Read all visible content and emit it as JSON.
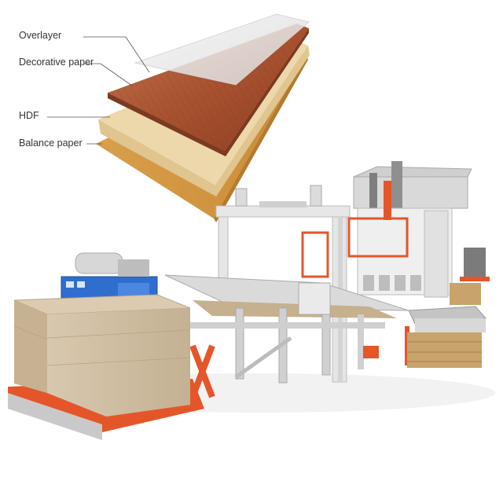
{
  "diagram": {
    "labels": {
      "overlayer": "Overlayer",
      "decorative_paper": "Decorative paper",
      "hdf": "HDF",
      "balance_paper": "Balance paper"
    }
  },
  "colors": {
    "overlayer": "#e9e9e9",
    "decorative_paper": "#a95535",
    "hdf_core": "#e8d3a2",
    "balance_paper": "#d59a45",
    "machine_frame": "#e8e8e8",
    "machine_accent": "#e4562a",
    "board_stack": "#c9b79d"
  },
  "icons": [
    "laminate-layers-illustration",
    "laminate-press-line-machine"
  ]
}
